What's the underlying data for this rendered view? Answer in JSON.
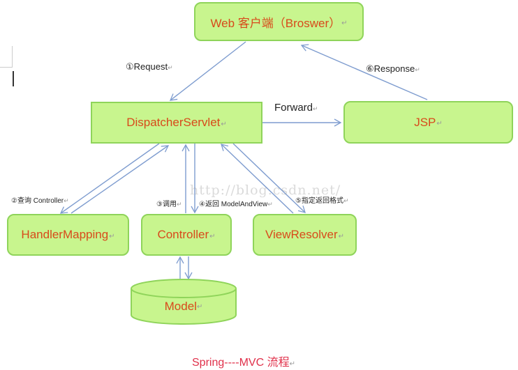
{
  "diagram": {
    "title": "Spring----MVC 流程",
    "paragraph_mark": "↵",
    "watermark": "http://blog.csdn.net/",
    "colors": {
      "box_fill": "#c8f58e",
      "box_border": "#8fd45a",
      "node_text": "#d84a1b",
      "arrow": "#7e9ccf",
      "caption": "#e0304a"
    },
    "nodes": {
      "web_client": "Web 客户端（Broswer）",
      "dispatcher": "DispatcherServlet",
      "jsp": "JSP",
      "handler_mapping": "HandlerMapping",
      "controller": "Controller",
      "view_resolver": "ViewResolver",
      "model": "Model"
    },
    "edges": {
      "request": "①Request",
      "response": "⑥Response",
      "forward": "Forward",
      "query_controller": "②查询 Controller",
      "invoke": "③调用",
      "return_mav": "④返回 ModelAndView",
      "view_format": "⑤指定返回格式"
    }
  }
}
